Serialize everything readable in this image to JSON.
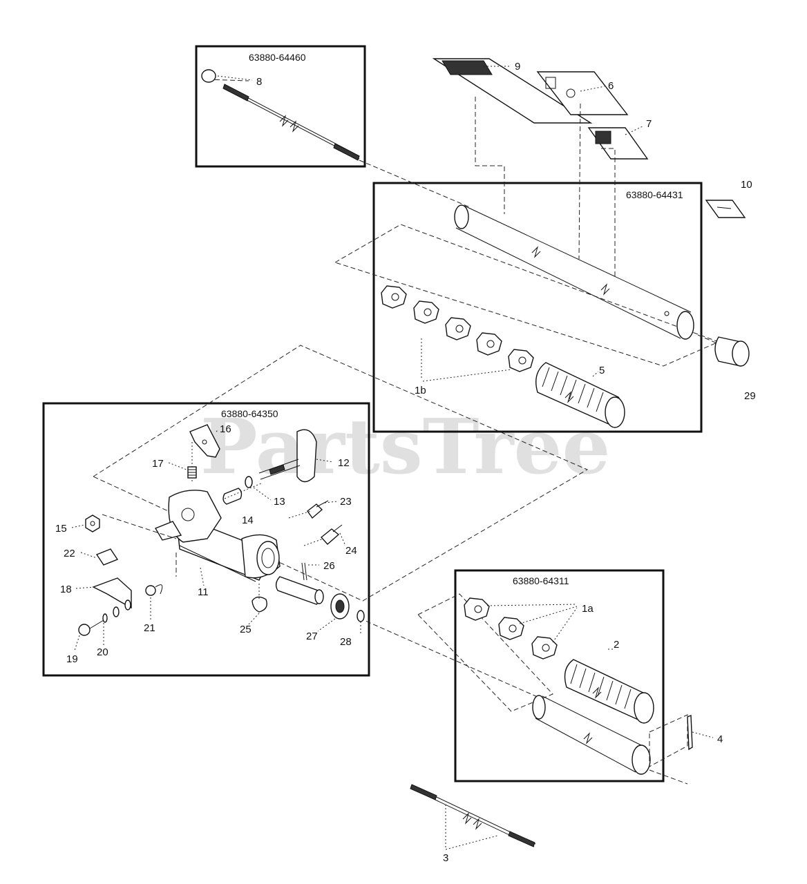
{
  "watermark": "PartsTree",
  "kits": [
    {
      "id": "kit-1",
      "part_number": "63880-64460"
    },
    {
      "id": "kit-2",
      "part_number": "63880-64431"
    },
    {
      "id": "kit-3",
      "part_number": "63880-64350"
    },
    {
      "id": "kit-4",
      "part_number": "63880-64311"
    }
  ],
  "callouts": [
    "9",
    "6",
    "7",
    "8",
    "10",
    "5",
    "1b",
    "29",
    "16",
    "12",
    "17",
    "13",
    "14",
    "23",
    "15",
    "24",
    "22",
    "26",
    "18",
    "11",
    "21",
    "25",
    "27",
    "28",
    "19",
    "20",
    "1a",
    "2",
    "4",
    "3"
  ],
  "colors": {
    "line": "#111111",
    "background": "#ffffff",
    "watermark": "#c8c8c8"
  }
}
